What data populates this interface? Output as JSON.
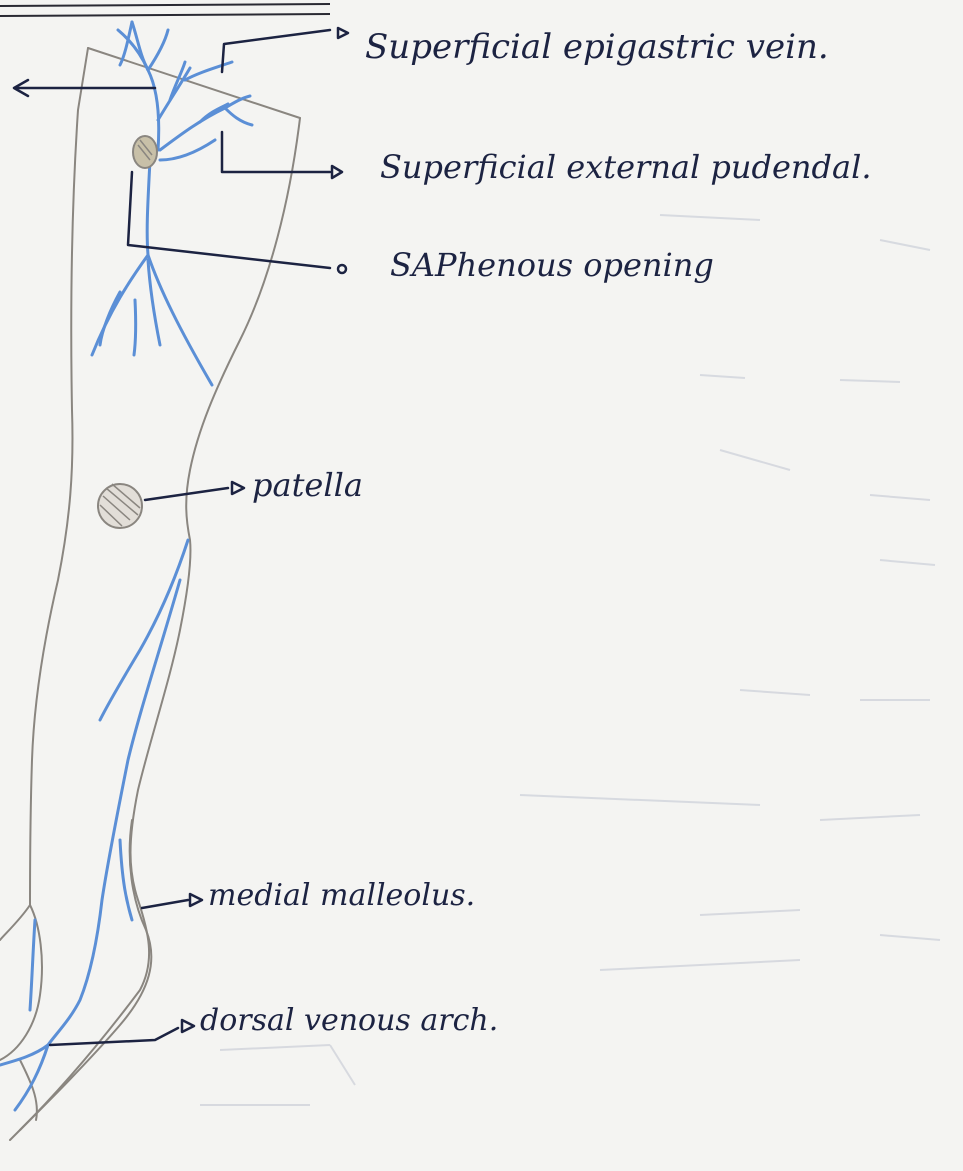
{
  "labels": {
    "superficial_epigastric": "Superficial epigastric vein.",
    "superficial_external_pudendal": "Superficial external pudendal.",
    "saphenous_opening": "SAPhenous opening",
    "patella": "patella",
    "medial_malleolus": "medial malleolus.",
    "dorsal_venous_arch": "dorsal venous arch."
  },
  "colors": {
    "paper": "#f4f4f2",
    "outline": "#8a8680",
    "vein": "#5b8fd6",
    "ink": "#1c2342",
    "faint_ink": "#c9cdd6"
  }
}
